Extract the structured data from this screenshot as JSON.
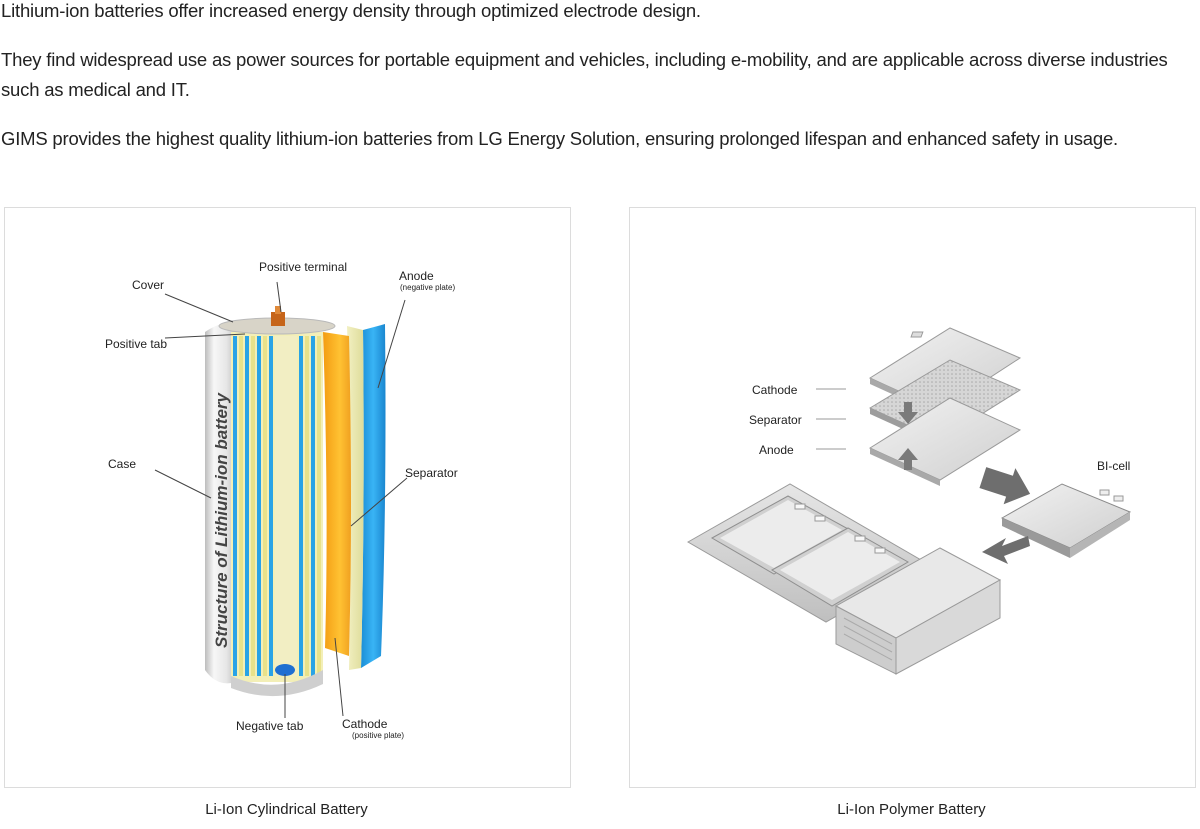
{
  "intro": {
    "p1": "Lithium-ion batteries offer increased energy density through optimized electrode design.",
    "p2": "They find widespread use as power sources for portable equipment and vehicles, including e-mobility, and are applicable across diverse industries such as medical and IT.",
    "p3": "GIMS provides the highest quality lithium-ion batteries from LG Energy Solution, ensuring prolonged lifespan and enhanced safety in usage."
  },
  "cylindrical": {
    "caption": "Li-Ion Cylindrical Battery",
    "vertical_title": "Structure of Lithium-ion battery",
    "labels": {
      "positive_terminal": "Positive terminal",
      "cover": "Cover",
      "anode": "Anode",
      "anode_note": "(negative plate)",
      "positive_tab": "Positive tab",
      "case": "Case",
      "separator": "Separator",
      "negative_tab": "Negative tab",
      "cathode": "Cathode",
      "cathode_note": "(positive plate)"
    }
  },
  "polymer": {
    "caption": "Li-Ion Polymer Battery",
    "labels": {
      "cathode": "Cathode",
      "separator": "Separator",
      "anode": "Anode",
      "bicell": "BI-cell"
    }
  },
  "colors": {
    "layer_blue": "#2aa3e6",
    "layer_yellow": "#e9e28a",
    "cathode_orange": "#f5a623",
    "case_grey": "#d9d9d9",
    "pouch_grey": "#c9c9c9"
  }
}
